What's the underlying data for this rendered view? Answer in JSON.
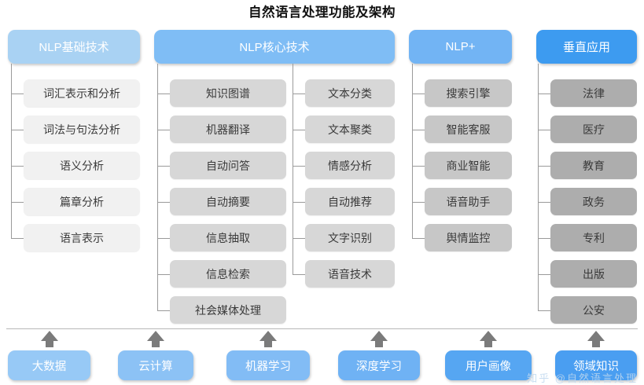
{
  "title": "自然语言处理功能及架构",
  "columns": [
    {
      "id": "nlp-basic",
      "header": "NLP基础技术",
      "header_color": "#a9d2f3",
      "item_color": "#f1f1f1",
      "items": [
        "词汇表示和分析",
        "词法与句法分析",
        "语义分析",
        "篇章分析",
        "语言表示"
      ]
    },
    {
      "id": "nlp-core-a",
      "header": "NLP核心技术",
      "header_color": "#7fbdf5",
      "item_color": "#d7d7d7",
      "items": [
        "知识图谱",
        "机器翻译",
        "自动问答",
        "自动摘要",
        "信息抽取",
        "信息检索",
        "社会媒体处理"
      ]
    },
    {
      "id": "nlp-core-b",
      "header": "",
      "header_color": "#7fbdf5",
      "item_color": "#d7d7d7",
      "items": [
        "文本分类",
        "文本聚类",
        "情感分析",
        "自动推荐",
        "文字识别",
        "语音技术"
      ]
    },
    {
      "id": "nlp-plus",
      "header": "NLP+",
      "header_color": "#72b4f4",
      "item_color": "#c7c7c7",
      "items": [
        "搜索引擎",
        "智能客服",
        "商业智能",
        "语音助手",
        "舆情监控"
      ]
    },
    {
      "id": "vertical-apps",
      "header": "垂直应用",
      "header_color": "#3d9bf0",
      "item_color": "#adadad",
      "items": [
        "法律",
        "医疗",
        "教育",
        "政务",
        "专利",
        "出版",
        "公安"
      ]
    }
  ],
  "foundation": {
    "items": [
      {
        "label": "大数据",
        "color": "#97c9f6"
      },
      {
        "label": "云计算",
        "color": "#8cc2f5"
      },
      {
        "label": "机器学习",
        "color": "#82bcf5"
      },
      {
        "label": "深度学习",
        "color": "#6fb2f4"
      },
      {
        "label": "用户画像",
        "color": "#56a6f2"
      },
      {
        "label": "领域知识",
        "color": "#4a9ef1"
      }
    ]
  },
  "watermark": "知乎 @自然语言处理"
}
